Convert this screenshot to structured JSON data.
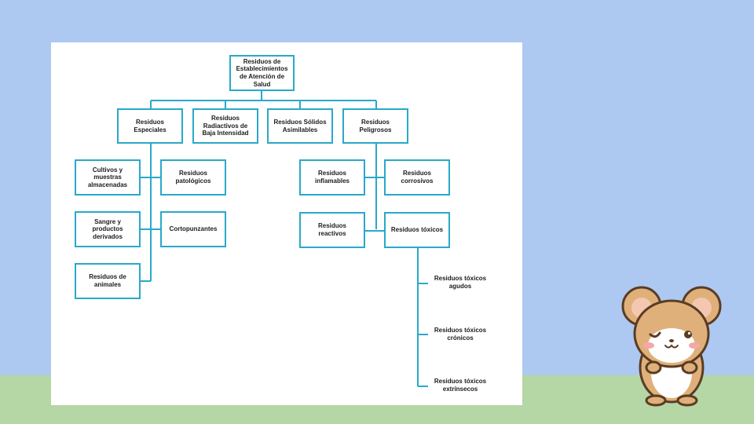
{
  "colors": {
    "sky": "#adc9f1",
    "grass": "#b5d6a5",
    "card": "#ffffff",
    "connector": "#29a9c9"
  },
  "diagram": {
    "root": "Residuos de Establecimientos de Atención de Salud",
    "categories": {
      "especiales": "Residuos Especiales",
      "radiactivos": "Residuos Radiactivos de Baja Intensidad",
      "solidos": "Residuos Sólidos Asimilables",
      "peligrosos": "Residuos Peligrosos"
    },
    "especiales_children": {
      "cultivos": "Cultivos y muestras almacenadas",
      "patologicos": "Residuos patológicos",
      "sangre": "Sangre y productos derivados",
      "cortopunzantes": "Cortopunzantes",
      "animales": "Residuos de animales"
    },
    "peligrosos_children": {
      "inflamables": "Residuos inflamables",
      "corrosivos": "Residuos corrosivos",
      "reactivos": "Residuos reactivos",
      "toxicos": "Residuos tóxicos"
    },
    "toxicos_children": {
      "agudos": "Residuos tóxicos agudos",
      "cronicos": "Residuos tóxicos crónicos",
      "extrinsecos": "Residuos tóxicos extrínsecos"
    }
  },
  "mascot": {
    "icon": "hamster-mascot-icon"
  }
}
